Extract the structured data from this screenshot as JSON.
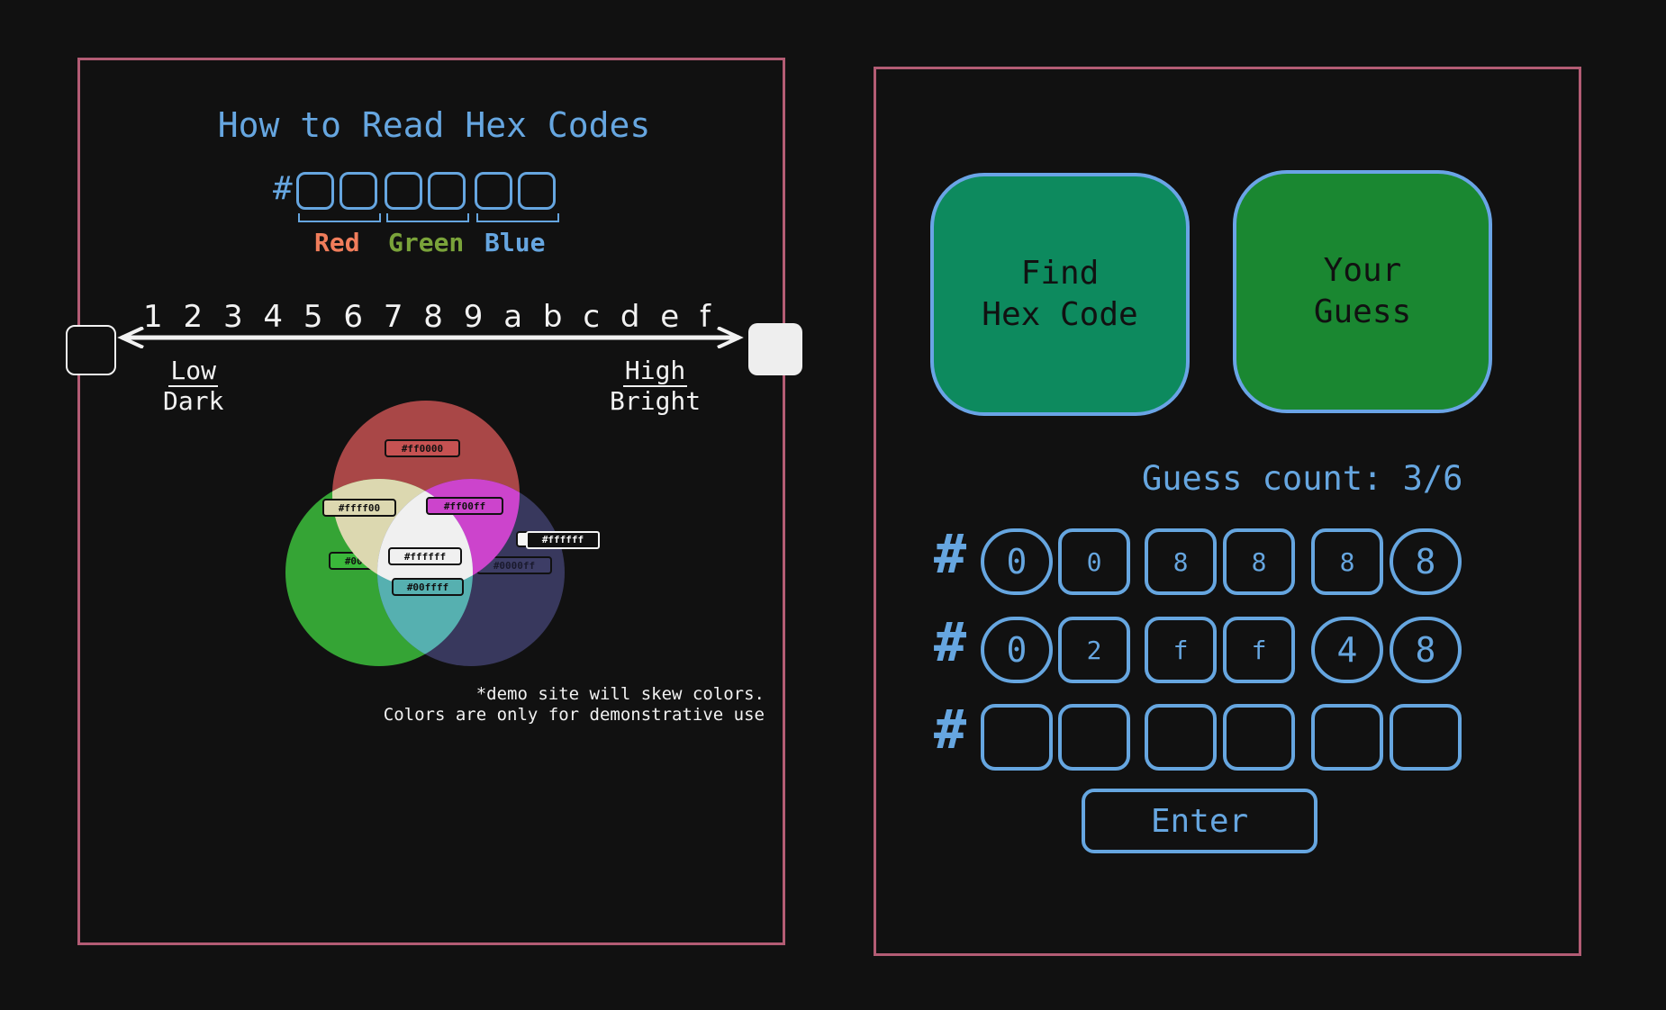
{
  "guide": {
    "title": "How to Read Hex Codes",
    "hash": "#",
    "channels": [
      {
        "label": "Red",
        "color": "#f07d5b"
      },
      {
        "label": "Green",
        "color": "#7aa33a"
      },
      {
        "label": "Blue",
        "color": "#66a6e0"
      }
    ],
    "scale": [
      "1",
      "2",
      "3",
      "4",
      "5",
      "6",
      "7",
      "8",
      "9",
      "a",
      "b",
      "c",
      "d",
      "e",
      "f"
    ],
    "low_top": "Low",
    "low_bottom": "Dark",
    "high_top": "High",
    "high_bottom": "Bright",
    "venn_labels": {
      "red": "#ff0000",
      "white_outside": "#ffffff",
      "yellow": "#ffff00",
      "magenta": "#ff00ff",
      "white_center": "#ffffff",
      "green": "#00ff00",
      "blue": "#0000ff",
      "cyan": "#00ffff"
    },
    "note_line1": "*demo site will skew colors.",
    "note_line2": "Colors are only for demonstrative use"
  },
  "game": {
    "find_button": "Find\nHex Code",
    "guess_button": "Your\nGuess",
    "guess_count": "Guess count: 3/6",
    "hash": "#",
    "rows": [
      {
        "cells": [
          {
            "value": "0",
            "shape": "round"
          },
          {
            "value": "0",
            "shape": "square"
          },
          {
            "value": "8",
            "shape": "square"
          },
          {
            "value": "8",
            "shape": "square"
          },
          {
            "value": "8",
            "shape": "square"
          },
          {
            "value": "8",
            "shape": "round"
          }
        ]
      },
      {
        "cells": [
          {
            "value": "0",
            "shape": "round"
          },
          {
            "value": "2",
            "shape": "square"
          },
          {
            "value": "f",
            "shape": "square"
          },
          {
            "value": "f",
            "shape": "square"
          },
          {
            "value": "4",
            "shape": "round"
          },
          {
            "value": "8",
            "shape": "round"
          }
        ]
      }
    ],
    "input_row_count": 6,
    "enter_label": "Enter"
  },
  "colors": {
    "accent": "#66a6e0",
    "panel_border": "#b35c74",
    "background": "#111111"
  }
}
